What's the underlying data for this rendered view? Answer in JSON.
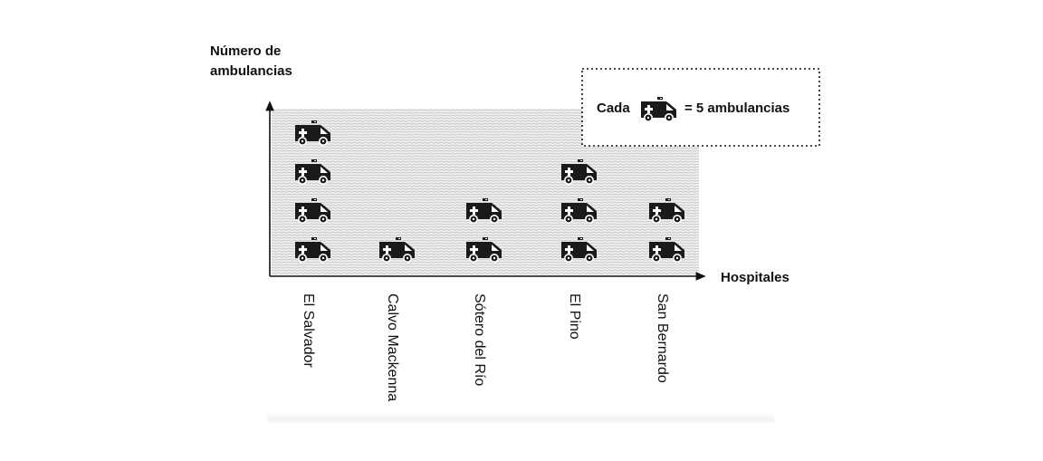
{
  "chart_data": {
    "type": "pictogram",
    "y_axis_label": [
      "Número de",
      "ambulancias"
    ],
    "x_axis_label": "Hospitales",
    "legend": {
      "prefix": "Cada",
      "suffix": "= 5 ambulancias",
      "icon": "ambulance-icon",
      "unit_value": 5,
      "placement": "top-right"
    },
    "categories": [
      "El Salvador",
      "Calvo Mackenna",
      "Sótero del Río",
      "El Pino",
      "San Bernardo"
    ],
    "icons_per_category": [
      4,
      1,
      2,
      3,
      2
    ],
    "values": [
      20,
      5,
      10,
      15,
      10
    ],
    "colors": {
      "icon": "#1a1a1a",
      "plot_fill": "#ececec",
      "stripe": "#c8c8c8"
    }
  }
}
